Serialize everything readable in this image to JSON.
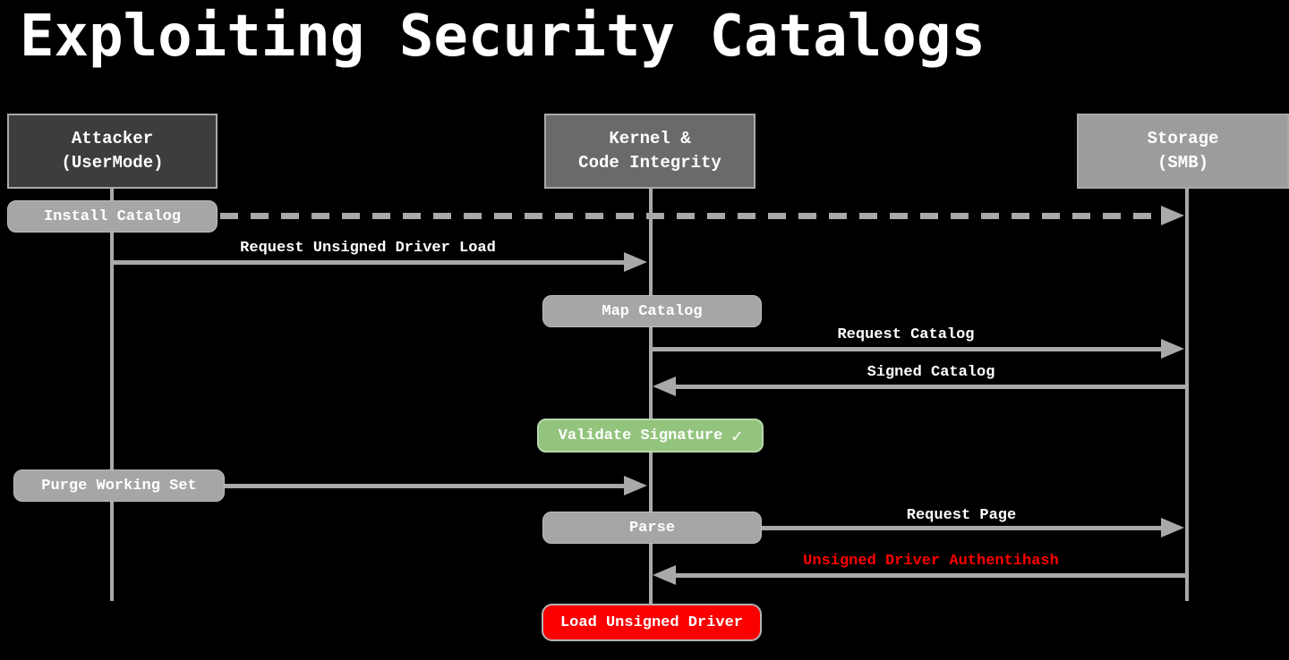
{
  "title": "Exploiting Security Catalogs",
  "actors": {
    "attacker": {
      "line1": "Attacker",
      "line2": "(UserMode)"
    },
    "kernel": {
      "line1": "Kernel &",
      "line2": "Code Integrity"
    },
    "storage": {
      "line1": "Storage",
      "line2": "(SMB)"
    }
  },
  "activations": {
    "install_catalog": "Install Catalog",
    "map_catalog": "Map Catalog",
    "validate_signature_label": "Validate Signature",
    "check_glyph": "✓",
    "purge_working_set": "Purge Working Set",
    "parse": "Parse",
    "load_unsigned_driver": "Load Unsigned Driver"
  },
  "messages": {
    "request_unsigned_driver_load": "Request Unsigned Driver Load",
    "request_catalog": "Request Catalog",
    "signed_catalog": "Signed Catalog",
    "request_page": "Request Page",
    "unsigned_driver_authentihash": "Unsigned Driver Authentihash"
  },
  "colors": {
    "background": "#000000",
    "attacker_header": "#3d3d3d",
    "kernel_header": "#6a6a6a",
    "storage_header": "#9c9c9c",
    "activation_fill": "#a6a6a6",
    "line": "#a9a9a9",
    "success": "#93c47d",
    "danger": "#fb0000",
    "danger_text": "#ff0000"
  }
}
